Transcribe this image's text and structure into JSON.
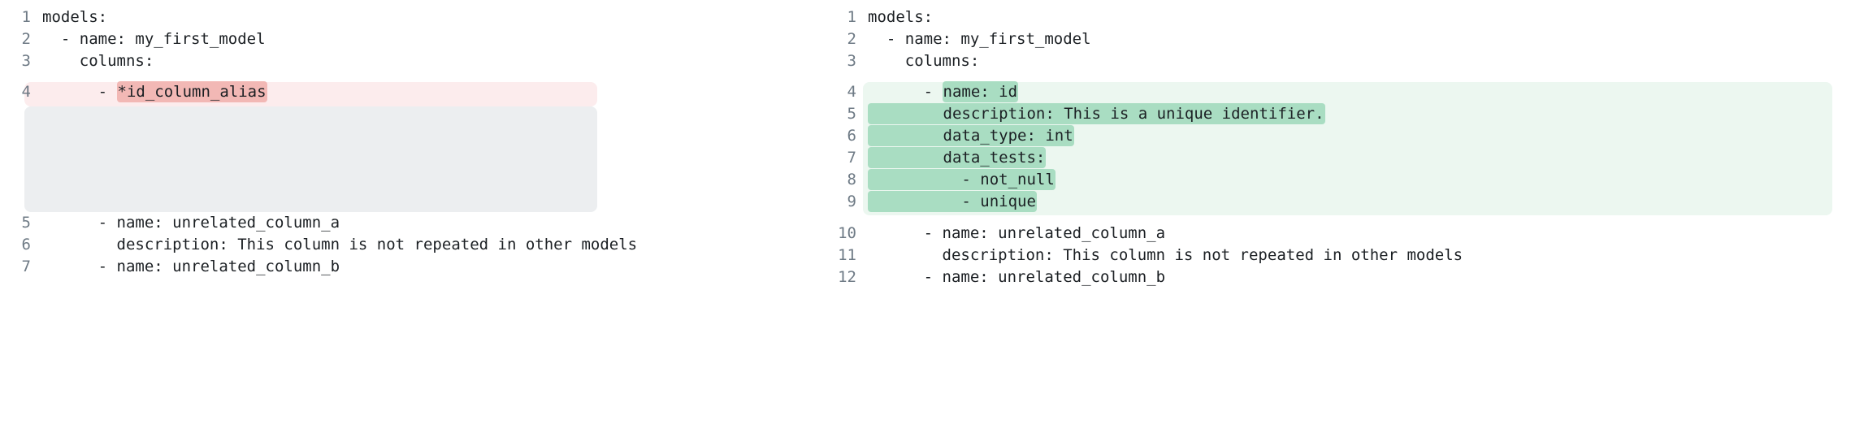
{
  "colors": {
    "removed_block_bg": "#fceced",
    "removed_inline_bg": "#f2b8b5",
    "added_block_bg": "#ecf7f0",
    "added_inline_bg": "#a9ddc2",
    "placeholder_bg": "#eceef0",
    "line_number": "#6e7a85",
    "text": "#1b1f23"
  },
  "panels": [
    {
      "id": "before",
      "lines": [
        {
          "no": "1",
          "prefix": "models:",
          "mark": "",
          "suffix": "",
          "state": "normal"
        },
        {
          "no": "2",
          "prefix": "  - name: my_first_model",
          "mark": "",
          "suffix": "",
          "state": "normal"
        },
        {
          "no": "3",
          "prefix": "    columns:",
          "mark": "",
          "suffix": "",
          "state": "normal"
        },
        {
          "no": "4",
          "prefix": "      - ",
          "mark": "*id_column_alias",
          "suffix": "",
          "state": "removed"
        },
        {
          "no": "5",
          "prefix": "      - name: unrelated_column_a",
          "mark": "",
          "suffix": "",
          "state": "normal"
        },
        {
          "no": "6",
          "prefix": "        description: This column is not repeated in other models",
          "mark": "",
          "suffix": "",
          "state": "normal"
        },
        {
          "no": "7",
          "prefix": "      - name: unrelated_column_b",
          "mark": "",
          "suffix": "",
          "state": "normal"
        }
      ]
    },
    {
      "id": "after",
      "lines": [
        {
          "no": "1",
          "prefix": "models:",
          "mark": "",
          "suffix": "",
          "state": "normal"
        },
        {
          "no": "2",
          "prefix": "  - name: my_first_model",
          "mark": "",
          "suffix": "",
          "state": "normal"
        },
        {
          "no": "3",
          "prefix": "    columns:",
          "mark": "",
          "suffix": "",
          "state": "normal"
        },
        {
          "no": "4",
          "prefix": "      - ",
          "mark": "name: id",
          "suffix": "",
          "state": "added"
        },
        {
          "no": "5",
          "prefix": "",
          "mark": "        description: This is a unique identifier.",
          "suffix": "",
          "state": "added"
        },
        {
          "no": "6",
          "prefix": "",
          "mark": "        data_type: int",
          "suffix": "",
          "state": "added"
        },
        {
          "no": "7",
          "prefix": "",
          "mark": "        data_tests:",
          "suffix": "",
          "state": "added"
        },
        {
          "no": "8",
          "prefix": "",
          "mark": "          - not_null",
          "suffix": "",
          "state": "added"
        },
        {
          "no": "9",
          "prefix": "",
          "mark": "          - unique",
          "suffix": "",
          "state": "added"
        },
        {
          "no": "10",
          "prefix": "      - name: unrelated_column_a",
          "mark": "",
          "suffix": "",
          "state": "normal"
        },
        {
          "no": "11",
          "prefix": "        description: This column is not repeated in other models",
          "mark": "",
          "suffix": "",
          "state": "normal"
        },
        {
          "no": "12",
          "prefix": "      - name: unrelated_column_b",
          "mark": "",
          "suffix": "",
          "state": "normal"
        }
      ]
    }
  ]
}
